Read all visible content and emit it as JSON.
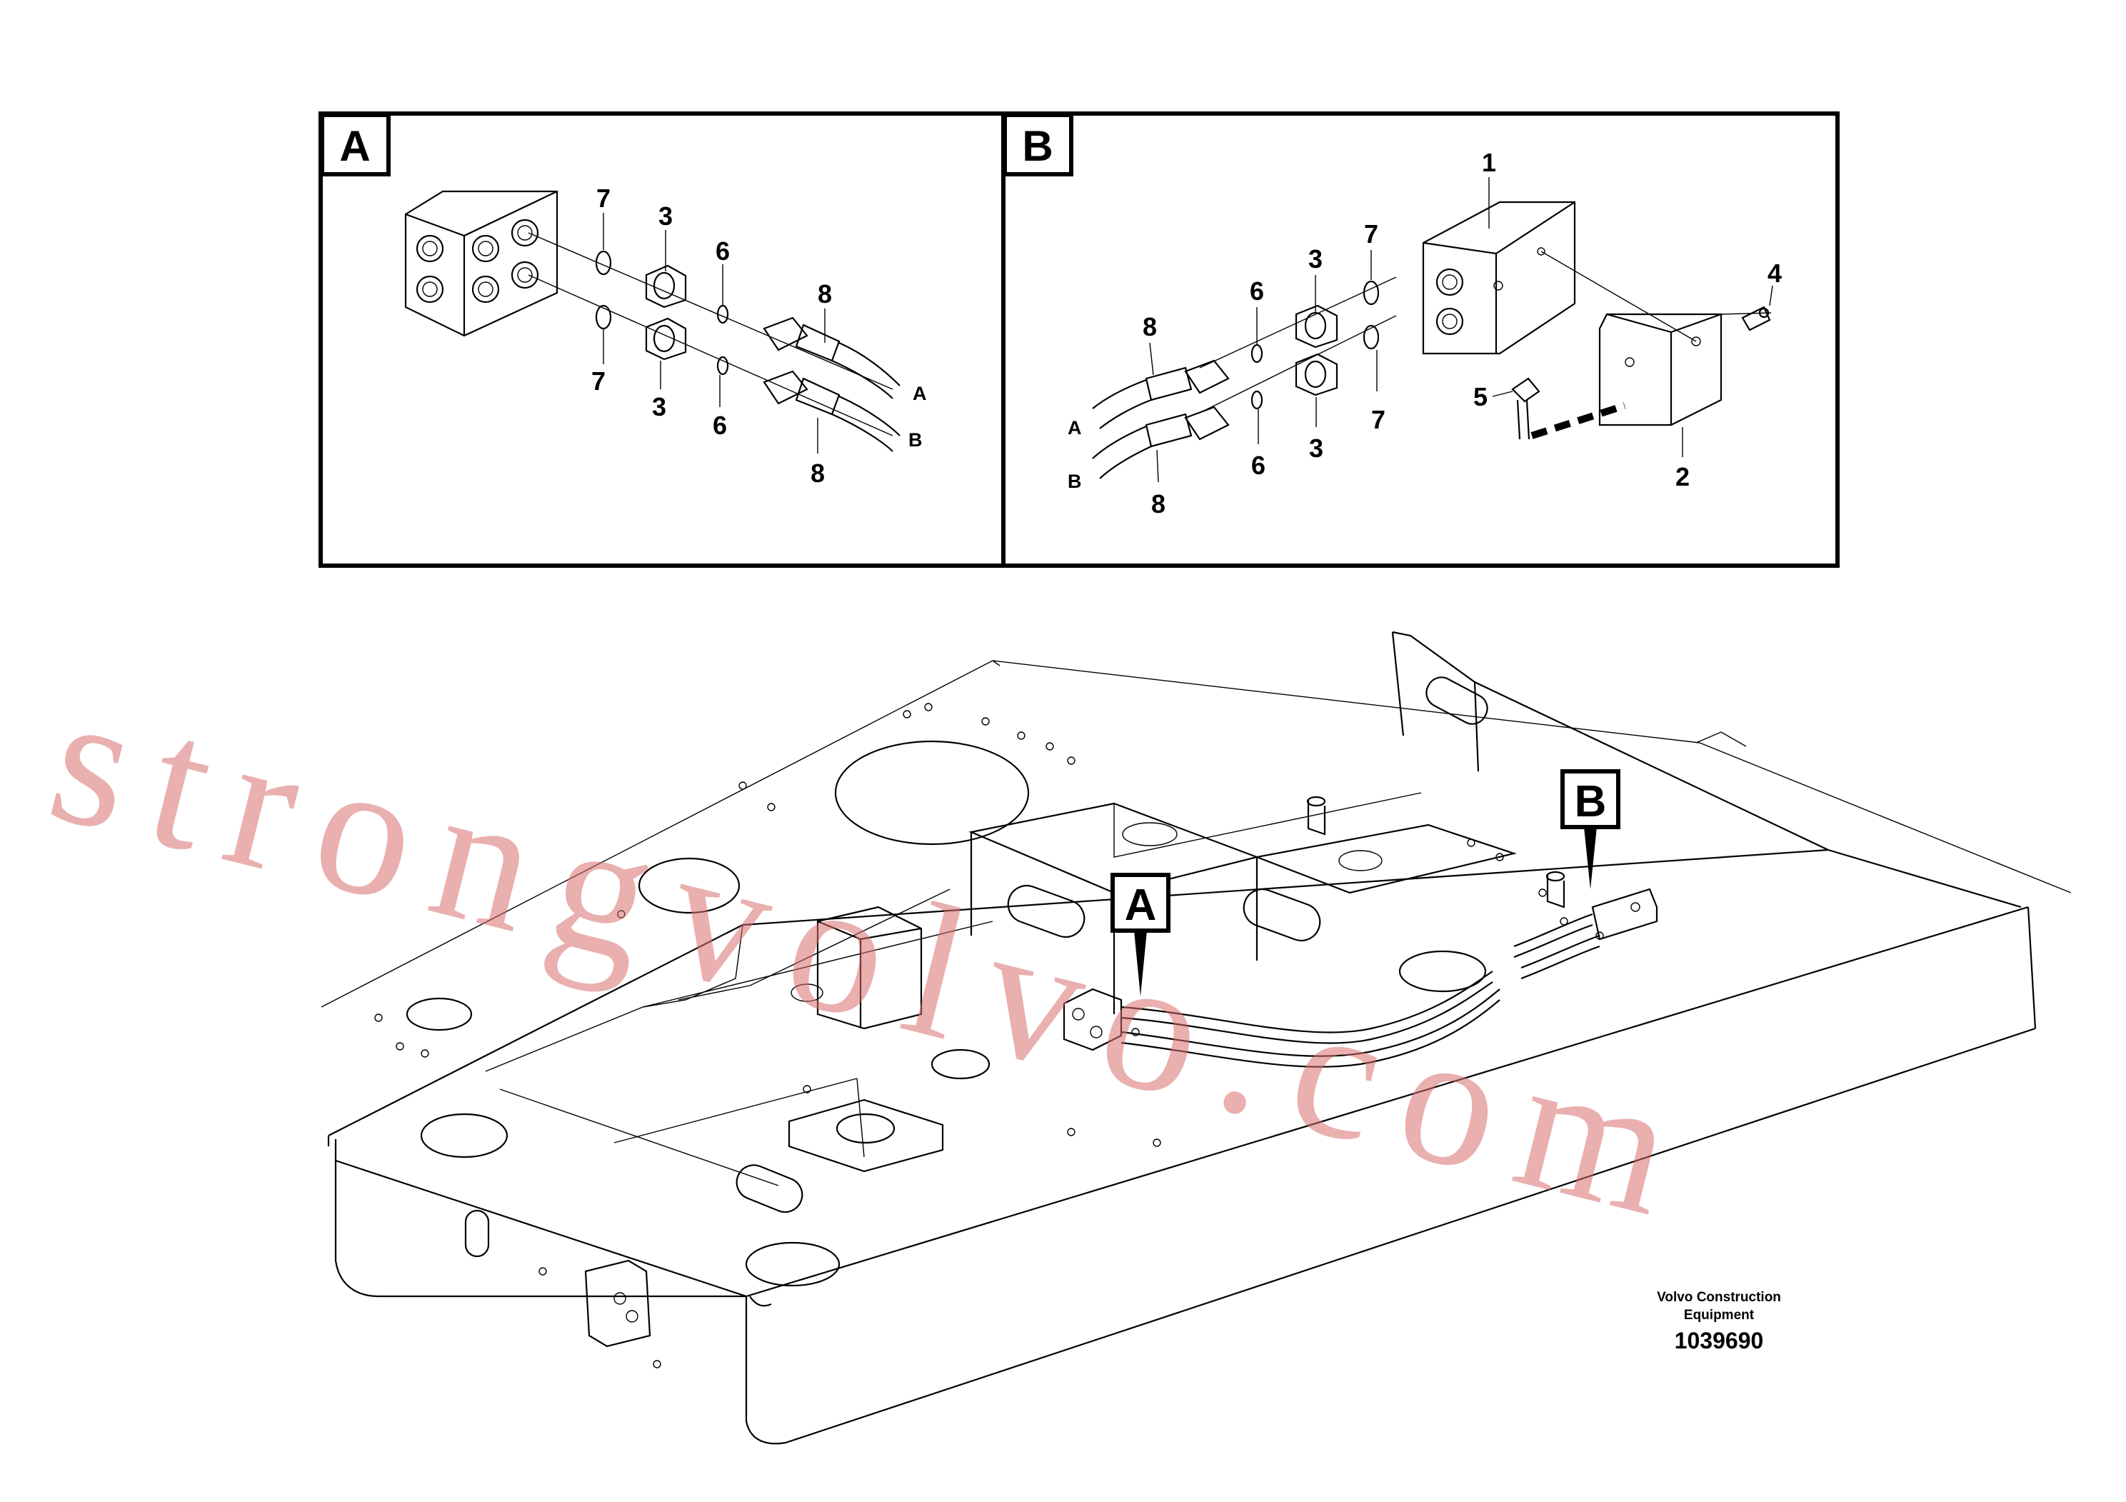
{
  "panels": {
    "A": {
      "letter": "A",
      "callouts": {
        "c7_top": "7",
        "c3_top": "3",
        "c6_top": "6",
        "c8_top": "8",
        "c7_bot": "7",
        "c3_bot": "3",
        "c6_bot": "6",
        "c8_bot": "8"
      },
      "hose_a": "A",
      "hose_b": "B"
    },
    "B": {
      "letter": "B",
      "callouts": {
        "c1": "1",
        "c2": "2",
        "c4": "4",
        "c5": "5",
        "c7_top": "7",
        "c3_top": "3",
        "c6_top": "6",
        "c8_top": "8",
        "c7_bot": "7",
        "c3_bot": "3",
        "c6_bot": "6",
        "c8_bot": "8"
      },
      "hose_a": "A",
      "hose_b": "B"
    }
  },
  "overview": {
    "tag_a": "A",
    "tag_b": "B"
  },
  "watermark": "strongvolvo.com",
  "caption": {
    "line1": "Volvo Construction",
    "line2": "Equipment",
    "part_number": "1039690"
  }
}
